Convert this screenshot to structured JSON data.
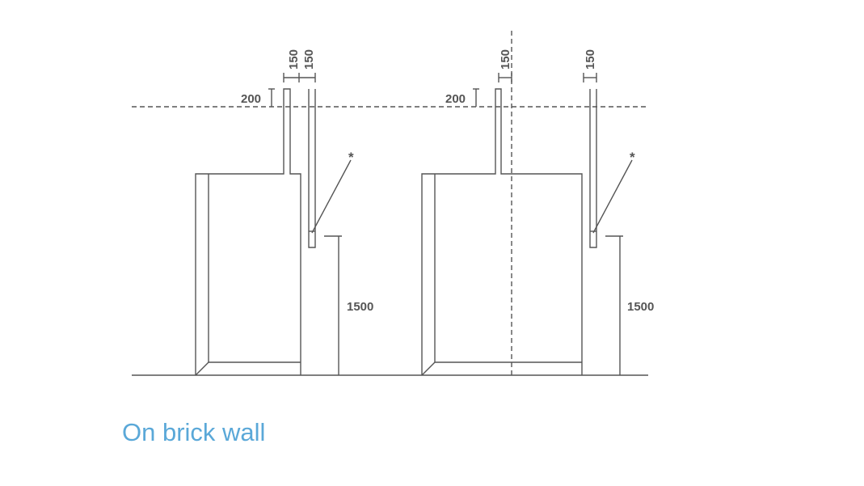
{
  "caption": "On brick wall",
  "colors": {
    "line": "#555555",
    "caption": "#5aa8d8"
  },
  "left_figure": {
    "dim_top_a": "150",
    "dim_top_b": "150",
    "dim_offset": "200",
    "dim_height": "1500",
    "note_marker": "*"
  },
  "right_figure": {
    "dim_top_a": "150",
    "dim_top_b": "150",
    "dim_offset": "200",
    "dim_height": "1500",
    "note_marker": "*"
  }
}
